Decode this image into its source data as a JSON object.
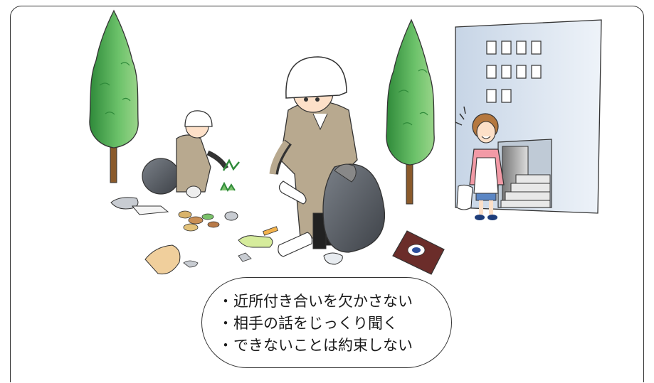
{
  "illustration": {
    "scene": "litter-cleanup",
    "colors": {
      "tree": "#5cb85c",
      "tree_dark": "#2f8a3a",
      "trunk": "#8a5a2b",
      "uniform": "#b8a98f",
      "helmet": "#ffffff",
      "bag": "#5a5f66",
      "building": "#dfe8f2",
      "woman_shirt": "#f29aa6"
    }
  },
  "speech_bubble": {
    "items": [
      "近所付き合いを欠かさない",
      "相手の話をじっくり聞く",
      "できないことは約束しない"
    ],
    "bullet": "・"
  }
}
